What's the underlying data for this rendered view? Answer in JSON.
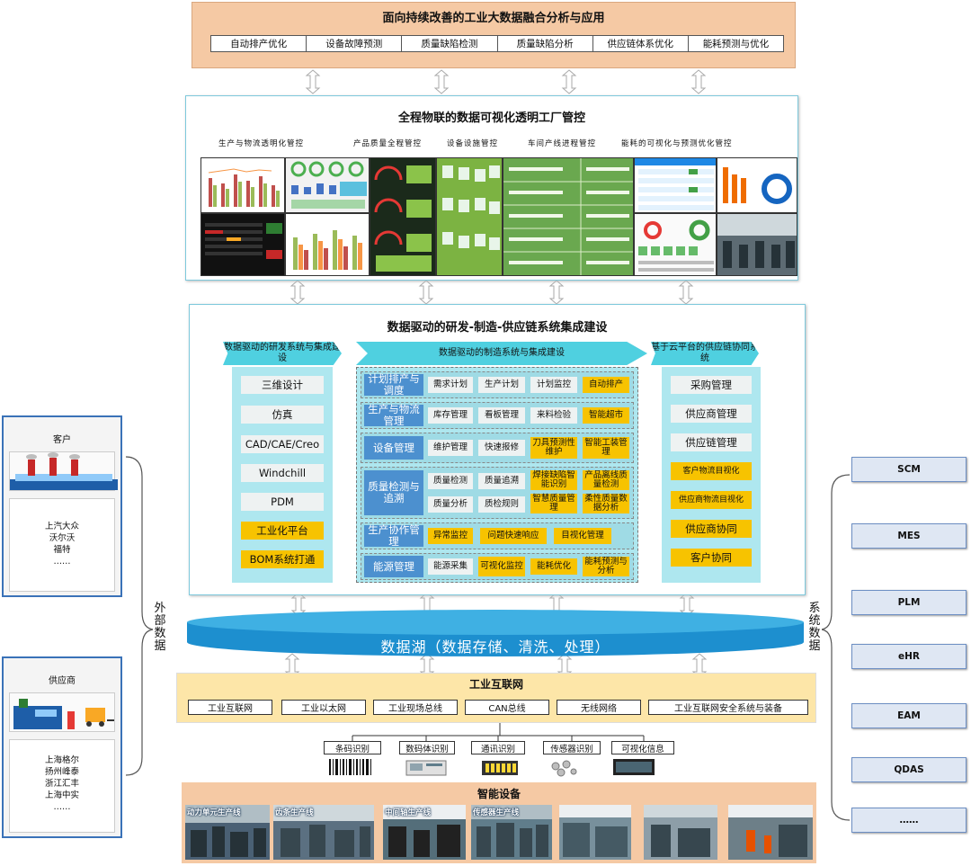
{
  "applications": {
    "title": "面向持续改善的工业大数据融合分析与应用",
    "items": [
      "自动排产优化",
      "设备故障预测",
      "质量缺陷检测",
      "质量缺陷分析",
      "供应链体系优化",
      "能耗预测与优化"
    ]
  },
  "visualization": {
    "title": "全程物联的数据可视化透明工厂管控",
    "subtitles": [
      "生产与物流透明化管控",
      "产品质量全程管控",
      "设备设施管控",
      "车间产线进程管控",
      "能耗的可视化与预测优化管控"
    ]
  },
  "integration": {
    "title": "数据驱动的研发-制造-供应链系统集成建设",
    "left": {
      "header": "数据驱动的研发系统与集成建设",
      "items": [
        "三维设计",
        "仿真",
        "CAD/CAE/Creo",
        "Windchill",
        "PDM",
        "工业化平台",
        "BOM系统打通"
      ]
    },
    "middle": {
      "header": "数据驱动的制造系统与集成建设",
      "rows": [
        {
          "label": "计划排产与调度",
          "cells": [
            "需求计划",
            "生产计划",
            "计划监控",
            "自动排产"
          ]
        },
        {
          "label": "生产与物流管理",
          "cells": [
            "库存管理",
            "看板管理",
            "来料检验",
            "智能超市"
          ]
        },
        {
          "label": "设备管理",
          "cells": [
            "维护管理",
            "快速报修",
            "刀具预测性维护",
            "智能工装管理"
          ]
        },
        {
          "label": "质量检测与追溯",
          "cells": [
            "质量检测",
            "质量追溯",
            "焊接缺陷智能识别",
            "产品离线质量检测",
            "质量分析",
            "质检规则",
            "智慧质量管理",
            "柔性质量数据分析"
          ]
        },
        {
          "label": "生产协作管理",
          "cells": [
            "异常监控",
            "问题快速响应",
            "目视化管理"
          ]
        },
        {
          "label": "能源管理",
          "cells": [
            "能源采集",
            "可视化监控",
            "能耗优化",
            "能耗预测与分析"
          ]
        }
      ]
    },
    "right": {
      "header": "基于云平台的供应链协同系统",
      "items": [
        "采购管理",
        "供应商管理",
        "供应链管理",
        "客户物流目视化",
        "供应商物流目视化",
        "供应商协同",
        "客户协同"
      ]
    }
  },
  "data_lake": {
    "label": "数据湖（数据存储、清洗、处理）"
  },
  "industrial_internet": {
    "title": "工业互联网",
    "items": [
      "工业互联网",
      "工业以太网",
      "工业现场总线",
      "CAN总线",
      "无线网络",
      "工业互联网安全系统与装备"
    ]
  },
  "sensing": {
    "items": [
      "条码识别",
      "数码体识别",
      "通讯识别",
      "传感器识别",
      "可视化信息"
    ]
  },
  "devices": {
    "title": "智能设备",
    "lines": [
      "动力单元生产线",
      "齿条生产线",
      "中间轴生产线",
      "传感器生产线"
    ]
  },
  "external": {
    "label": "外部数据",
    "customer": {
      "title": "客户",
      "names": [
        "上汽大众",
        "沃尔沃",
        "福特",
        "……"
      ]
    },
    "supplier": {
      "title": "供应商",
      "names": [
        "上海格尔",
        "扬州峰泰",
        "浙江汇丰",
        "上海中实",
        "……"
      ]
    }
  },
  "systems": {
    "label": "系统数据",
    "items": [
      "SCM",
      "MES",
      "PLM",
      "eHR",
      "EAM",
      "QDAS",
      "……"
    ]
  },
  "colors": {
    "accent_cyan": "#4fd0e0",
    "light_cyan": "#aee7ef",
    "gold": "#f7c300",
    "peach": "#f5c9a4",
    "blue_label": "#4c90cf",
    "lake_blue": "#1d8fcf"
  }
}
